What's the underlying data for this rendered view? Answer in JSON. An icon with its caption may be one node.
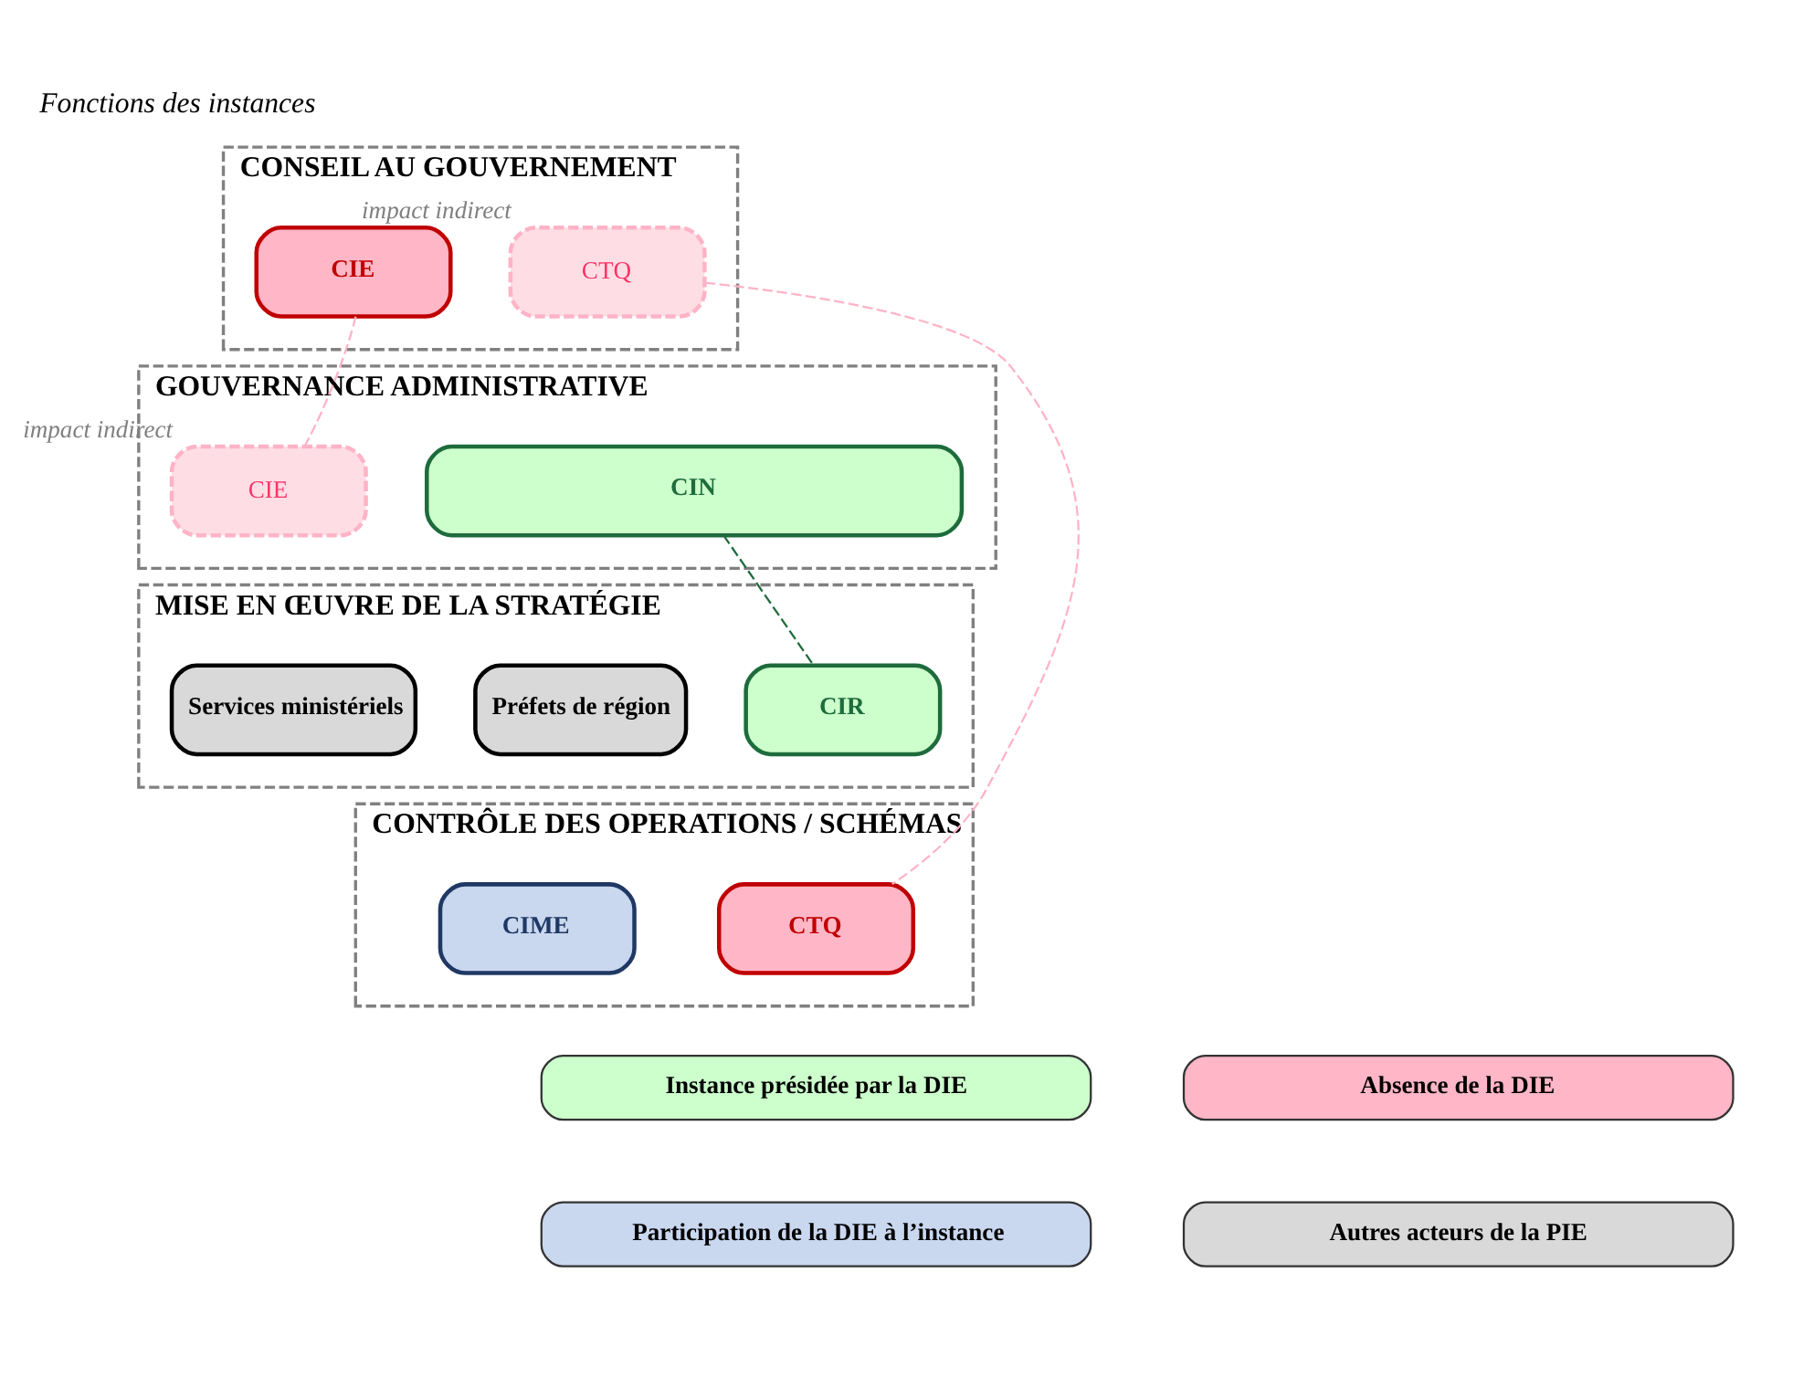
{
  "diagram": {
    "title": "Fonctions des instances",
    "nodes": [
      {
        "text": [
          "CONSEIL AU GOUVERNEMENT"
        ]
      },
      {
        "text": [
          "CIE"
        ],
        "in": 0
      },
      {
        "text": [
          "CTQ"
        ],
        "in": 0,
        "beside": [
          "impact indirect"
        ]
      },
      {
        "text": [
          "GOUVERNANCE ADMINISTRATIVE"
        ]
      },
      {
        "text": [
          "CIE"
        ],
        "in": 3,
        "beside": [
          "impact indirect"
        ]
      },
      {
        "text": [
          "CIN"
        ],
        "in": 3
      },
      {
        "text": [
          "MISE EN ŒUVRE DE LA STRATÉGIE"
        ]
      },
      {
        "text": [
          "Services ministériels"
        ],
        "in": 6
      },
      {
        "text": [
          "Préfets de région"
        ],
        "in": 6
      },
      {
        "text": [
          "CIR"
        ],
        "in": 6
      },
      {
        "text": [
          "CONTRÔLE DES OPERATIONS / SCHÉMAS"
        ]
      },
      {
        "text": [
          "CTQ"
        ],
        "in": 10
      },
      {
        "text": [
          "CIME"
        ],
        "in": 10
      }
    ],
    "edges": [
      {
        "from": 1,
        "to": 4,
        "arrow": "none",
        "style": "dashed",
        "color": "#ffb3c6"
      },
      {
        "from": 2,
        "to": 11,
        "arrow": "none",
        "style": "dashed",
        "color": "#ffb3c6"
      },
      {
        "from": 5,
        "to": 9,
        "arrow": "none",
        "style": "dashed",
        "color": "#1e6b3c"
      }
    ],
    "legend": [
      {
        "text": "Instance présidée par la DIE",
        "color": "#ccffcc"
      },
      {
        "text": "Absence de la DIE",
        "color": "#ffb6c6"
      },
      {
        "text": "Participation de la DIE à l’instance",
        "color": "#c9d7ef"
      },
      {
        "text": "Autres acteurs de la PIE",
        "color": "#d9d9d9"
      }
    ]
  }
}
